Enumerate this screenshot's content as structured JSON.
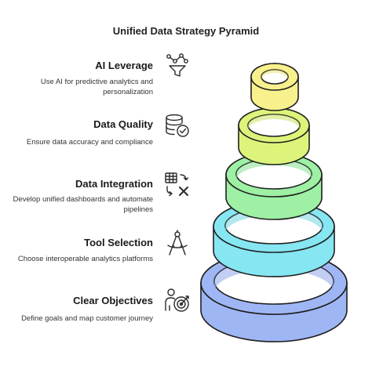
{
  "title": "Unified Data Strategy Pyramid",
  "colors": {
    "level1": "#f7f08c",
    "level2": "#dcf47a",
    "level3": "#9df0a4",
    "level4": "#86e6f2",
    "level5": "#9fb6f5",
    "stroke": "#1f1f1f"
  },
  "layers": [
    {
      "heading": "AI Leverage",
      "description": "Use AI for predictive analytics and personalization",
      "icon": "ai-funnel-icon"
    },
    {
      "heading": "Data Quality",
      "description": "Ensure data accuracy and compliance",
      "icon": "database-check-icon"
    },
    {
      "heading": "Data Integration",
      "description": "Develop unified dashboards and automate pipelines",
      "icon": "data-integration-icon"
    },
    {
      "heading": "Tool Selection",
      "description": "Choose interoperable analytics platforms",
      "icon": "compass-tool-icon"
    },
    {
      "heading": "Clear Objectives",
      "description": "Define goals and map customer journey",
      "icon": "target-person-icon"
    }
  ]
}
